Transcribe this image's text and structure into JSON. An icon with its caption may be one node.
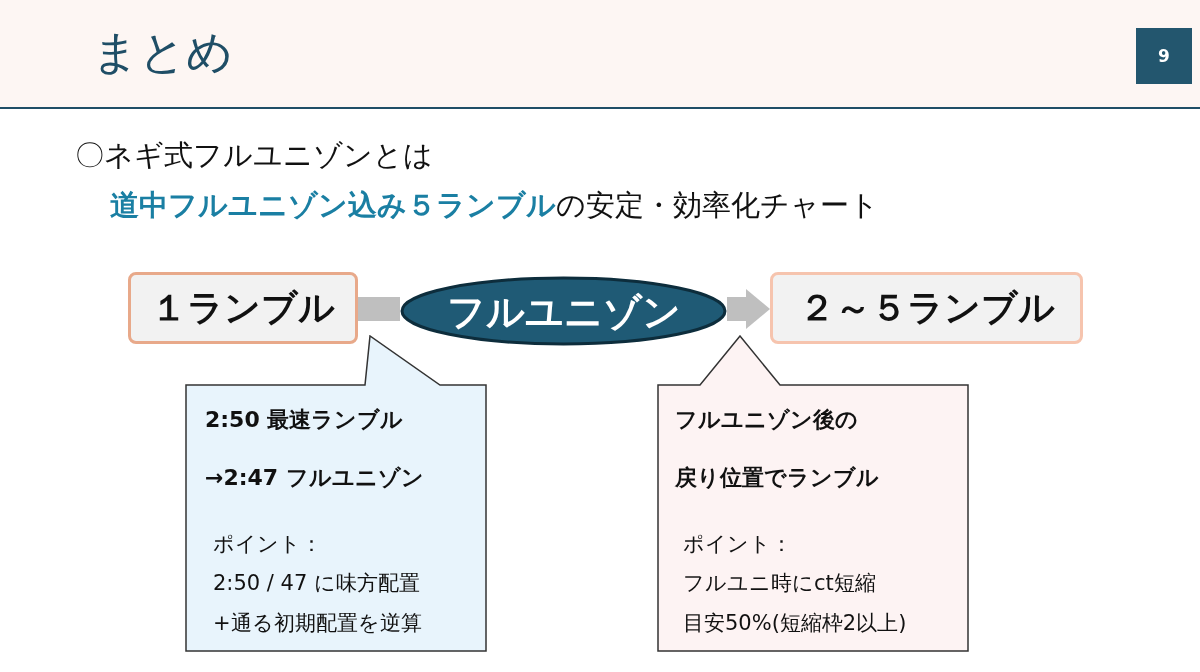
{
  "diagram": {
    "title": "まとめ",
    "nodes": [
      {
        "text": [
          "１ランブル"
        ]
      },
      {
        "text": [
          "フルユニゾン"
        ]
      },
      {
        "text": [
          "２～５ランブル"
        ]
      },
      {
        "text": [
          "2:50 最速ランブル",
          "→2:47 フルユニゾン",
          "ポイント：",
          "2:50 / 47 に味方配置",
          "+通る初期配置を逆算"
        ]
      },
      {
        "text": [
          "フルユニゾン後の",
          "戻り位置でランブル",
          "ポイント：",
          "フルユニ時にct短縮",
          "目安50%(短縮枠2以上)"
        ]
      }
    ],
    "edges": [
      {
        "from": 0,
        "to": 1,
        "arrow": "none"
      },
      {
        "from": 1,
        "to": 2,
        "arrow": "to"
      }
    ],
    "labels": [
      "9",
      "〇ネギ式フルユニゾンとは",
      "**道中フルユニゾン込み５ランブル**の安定・効率化チャート"
    ]
  }
}
